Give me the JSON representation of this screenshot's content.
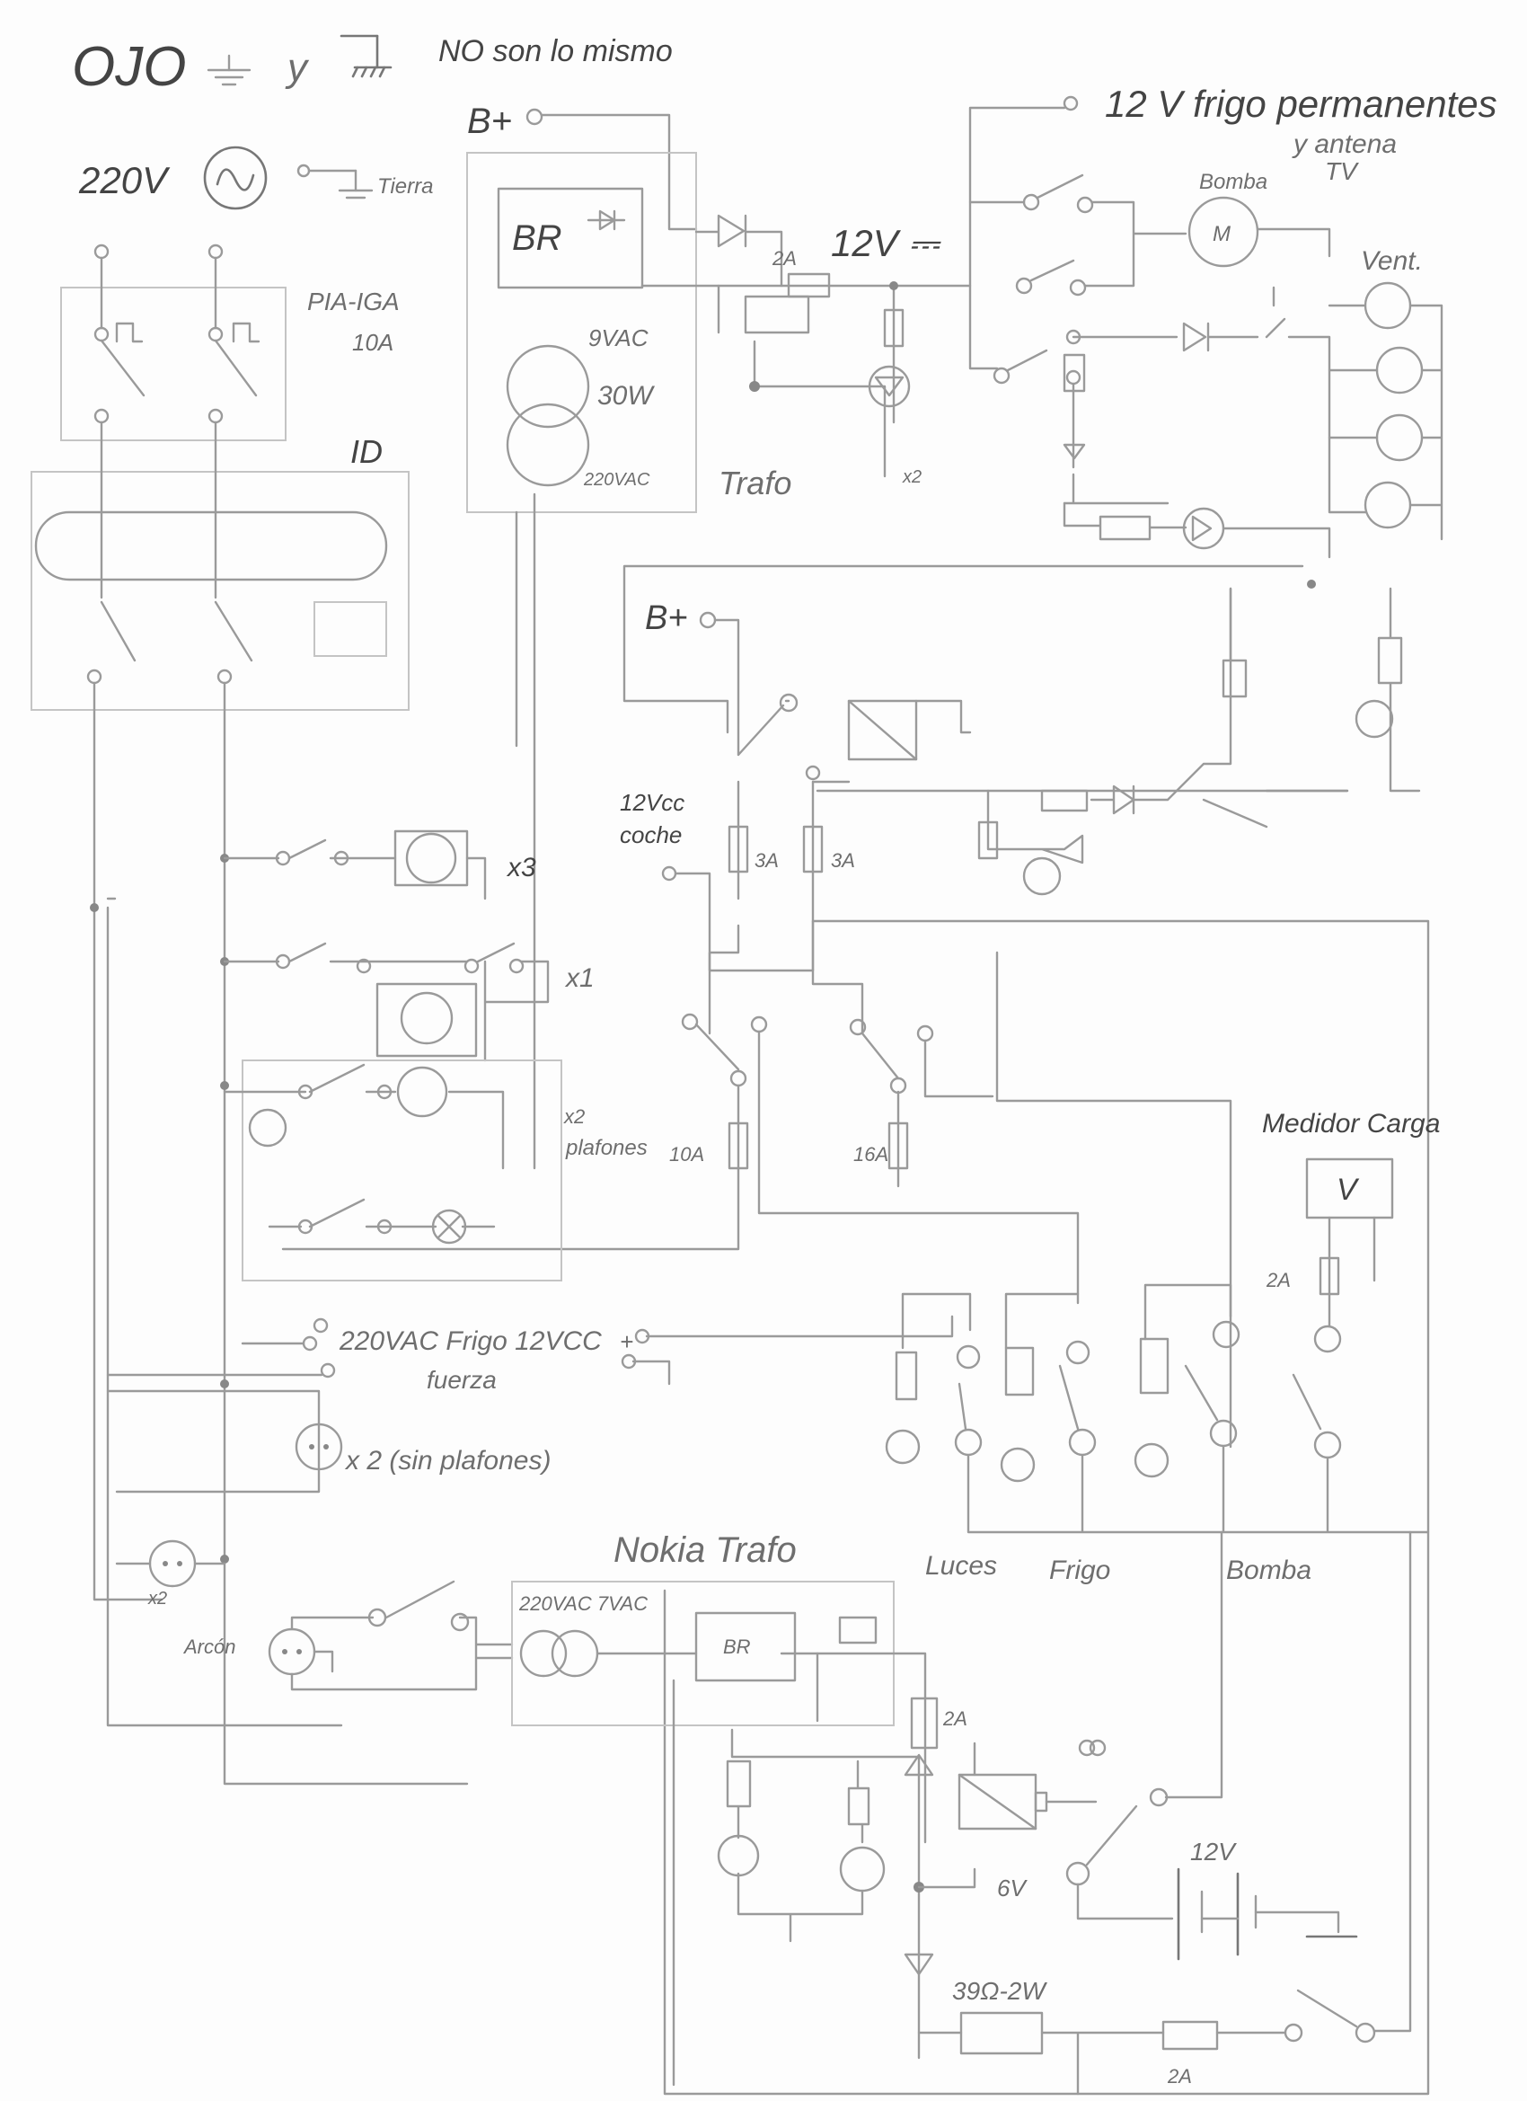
{
  "header": {
    "warning_word": "OJO",
    "conjunction": "y",
    "warning_text": "NO son lo mismo"
  },
  "legend": {
    "mains_label": "220V",
    "earth_label": "Tierra"
  },
  "breaker": {
    "label_line1": "PIA-IGA",
    "label_line2": "10A"
  },
  "differential": {
    "label": "ID"
  },
  "charger": {
    "bplus": "B+",
    "rectifier": "BR",
    "secondary_voltage": "9VAC",
    "power": "30W",
    "primary_voltage": "220VAC",
    "transformer_label": "Trafo",
    "fuse": "2A",
    "output_label": "12V ⎓",
    "ground_count": "x2"
  },
  "permanent_12v": {
    "label_line1": "12 V frigo permanentes",
    "label_line2": "y antena",
    "label_line3": "TV",
    "pump_label": "Bomba",
    "motor_symbol": "M",
    "fan_label": "Vent."
  },
  "car_link": {
    "bplus": "B+",
    "car_label_line1": "12Vcc",
    "car_label_line2": "coche",
    "fuse_left": "3A",
    "fuse_right": "3A",
    "fuse_10a": "10A",
    "fuse_16a": "16A"
  },
  "ac_circuits": {
    "outlets_x3": "x3",
    "outlets_x1": "x1",
    "ceiling_x2": "x2",
    "ceiling_label": "plafones",
    "fridge_line1": "220VAC Frigo 12VCC",
    "fridge_plus": "+",
    "fridge_line2": "fuerza",
    "outlets_x2_label": "x 2 (sin plafones)",
    "socket_x2": "x2",
    "chest_label": "Arcón"
  },
  "load_meter": {
    "label": "Medidor Carga",
    "meter_symbol": "V",
    "fuse": "2A"
  },
  "switch_panel": {
    "lights": "Luces",
    "fridge": "Frigo",
    "pump": "Bomba"
  },
  "nokia": {
    "title": "Nokia Trafo",
    "voltages": "220VAC  7VAC",
    "rectifier": "BR",
    "fuse": "2A",
    "relay_voltage": "6V",
    "battery_label": "12V",
    "resistor_label": "39Ω-2W",
    "fuse_bottom": "2A"
  }
}
